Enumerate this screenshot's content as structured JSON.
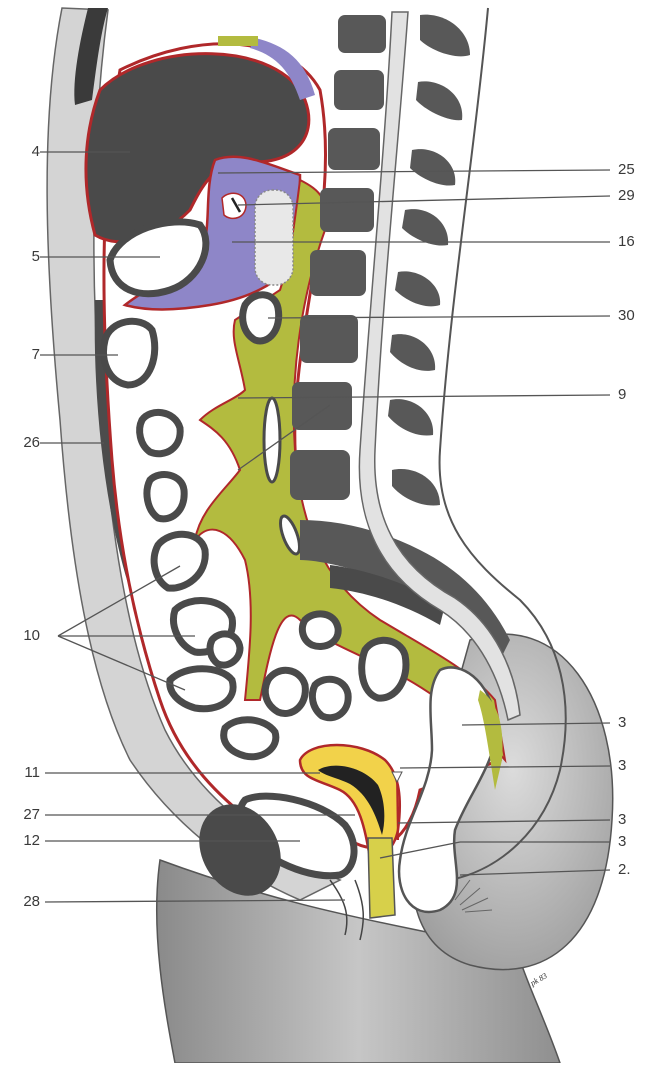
{
  "labels_left": [
    {
      "id": "4",
      "text": "4"
    },
    {
      "id": "5",
      "text": "5"
    },
    {
      "id": "7",
      "text": "7"
    },
    {
      "id": "26",
      "text": "26"
    },
    {
      "id": "10",
      "text": "10"
    },
    {
      "id": "11",
      "text": "11"
    },
    {
      "id": "27",
      "text": "27"
    },
    {
      "id": "12",
      "text": "12"
    },
    {
      "id": "28",
      "text": "28"
    }
  ],
  "labels_right": [
    {
      "id": "25",
      "text": "25"
    },
    {
      "id": "29",
      "text": "29"
    },
    {
      "id": "16",
      "text": "16"
    },
    {
      "id": "30",
      "text": "30"
    },
    {
      "id": "9",
      "text": "9"
    },
    {
      "id": "3a",
      "text": "3"
    },
    {
      "id": "3b",
      "text": "3"
    },
    {
      "id": "3c",
      "text": "3"
    },
    {
      "id": "3d",
      "text": "3"
    },
    {
      "id": "2x",
      "text": "2."
    }
  ],
  "signature": "pk 83",
  "colors": {
    "peritoneum_line": "#b0282a",
    "mesentery_green": "#b3bb3f",
    "omental_bursa_purple": "#8e86c8",
    "bladder_yellow": "#f2d24a",
    "organ_dark": "#4a4a4a",
    "background": "#ffffff"
  }
}
